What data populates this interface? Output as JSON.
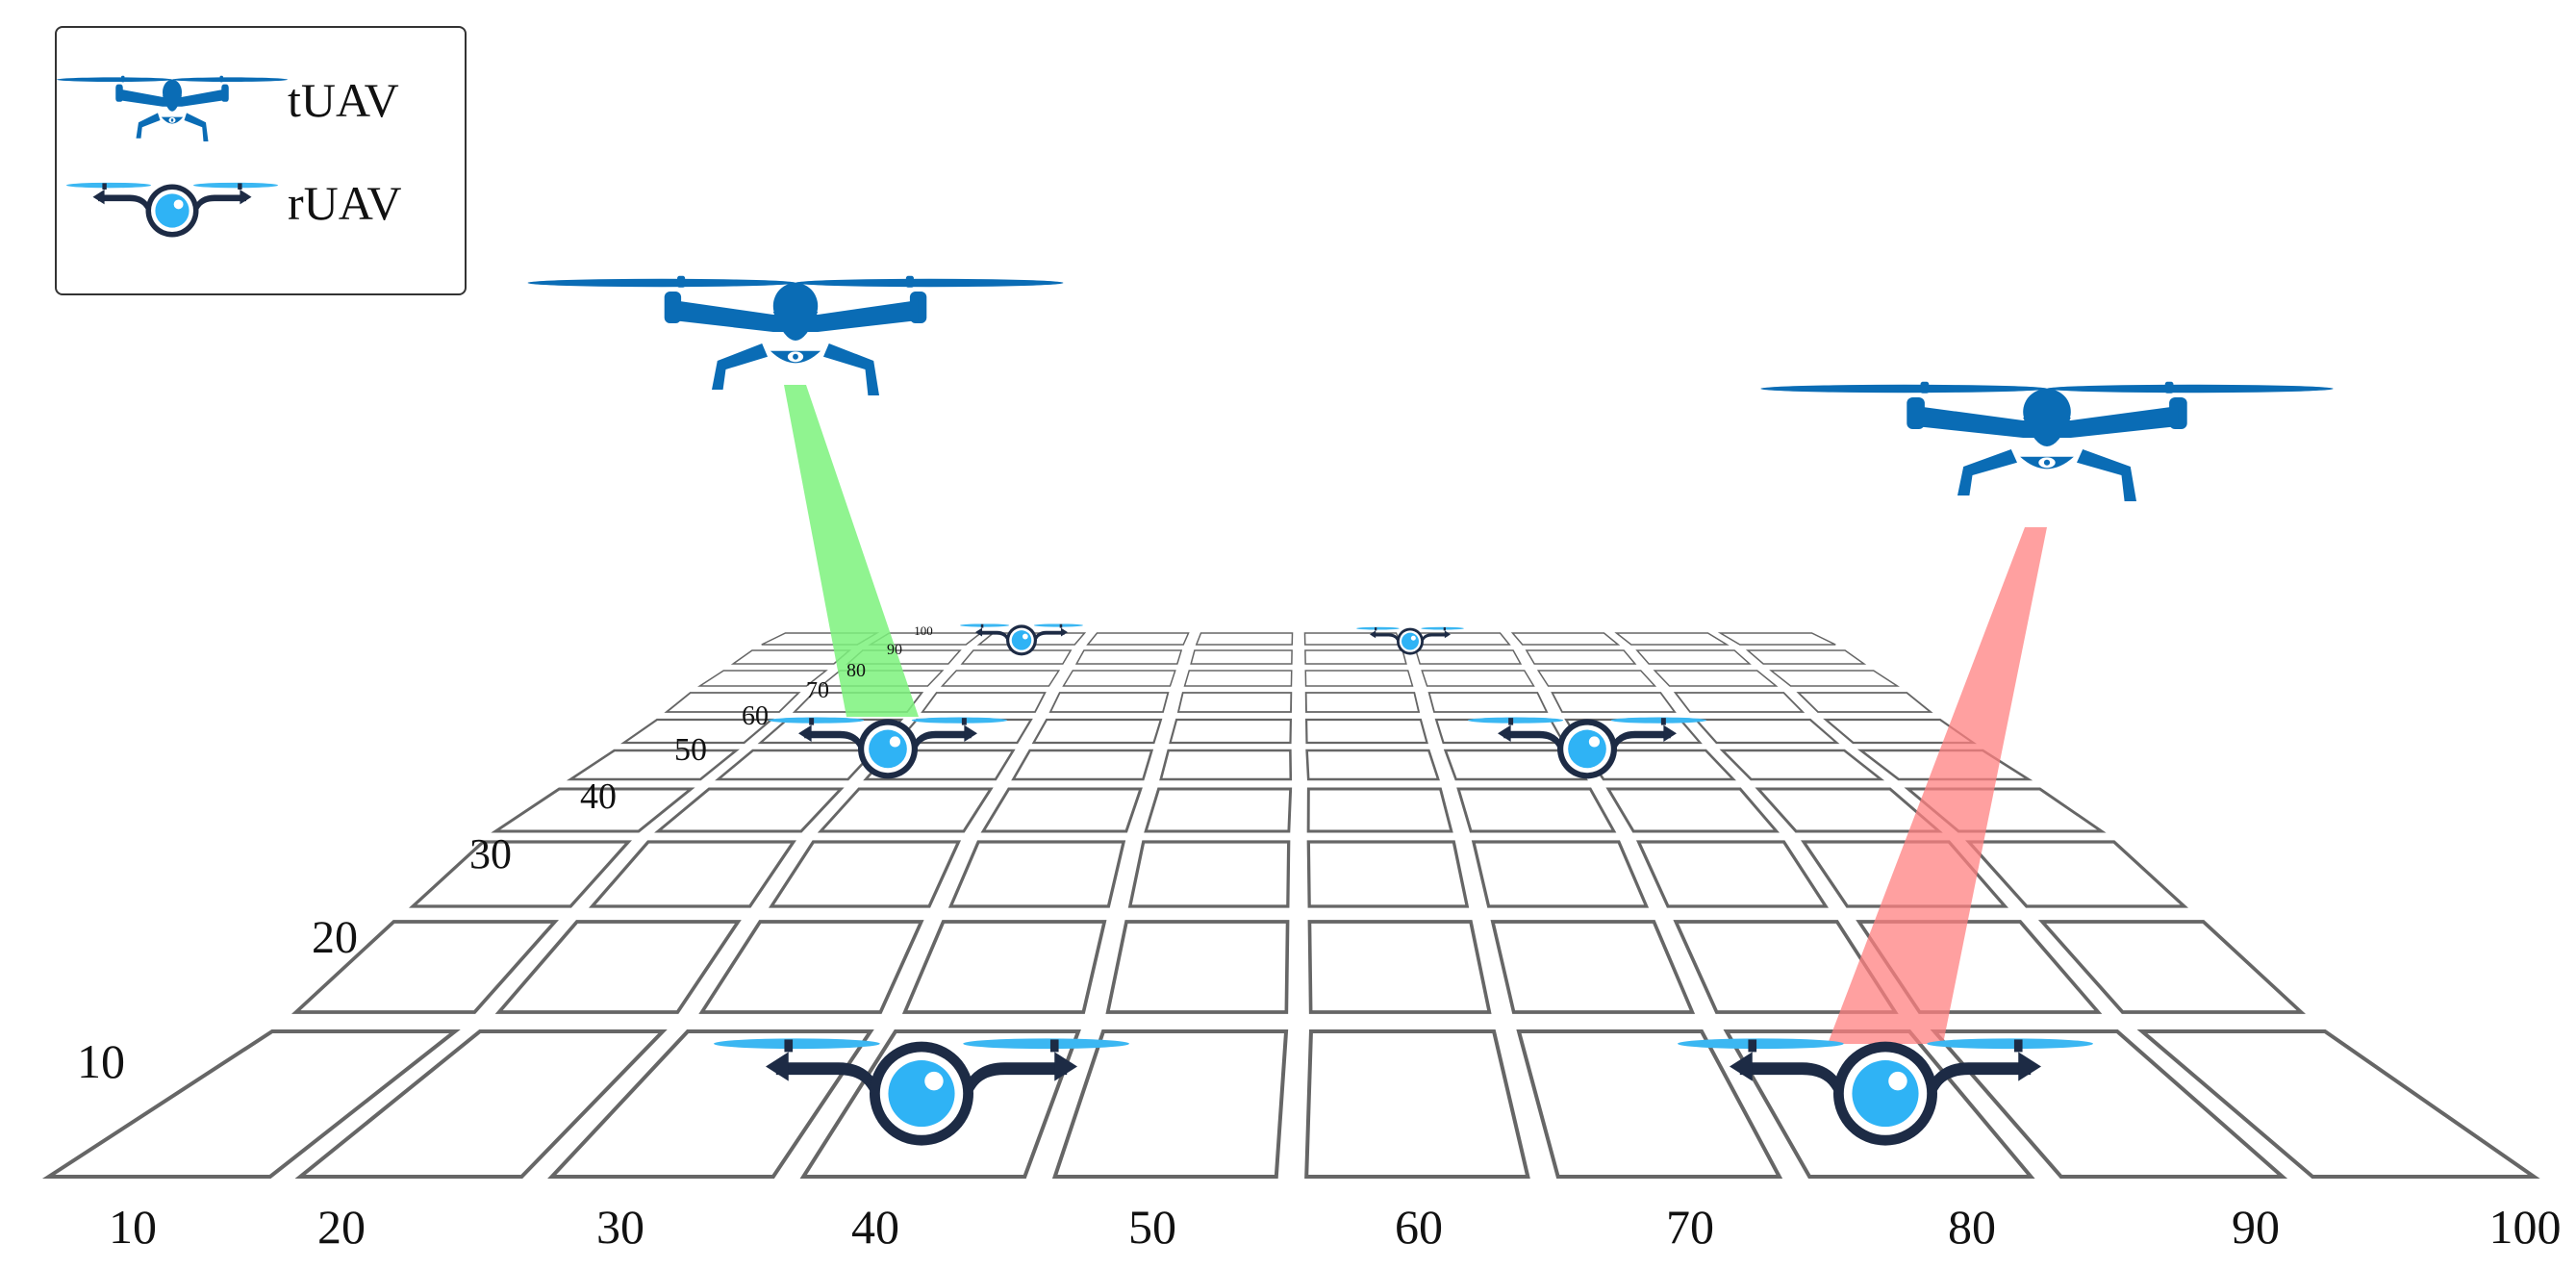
{
  "legend": {
    "tuav": {
      "label": "tUAV",
      "icon": "quadcopter-camera-icon"
    },
    "ruav": {
      "label": "rUAV",
      "icon": "relay-drone-icon"
    }
  },
  "grid": {
    "x_ticks": [
      "10",
      "20",
      "30",
      "40",
      "50",
      "60",
      "70",
      "80",
      "90",
      "100"
    ],
    "depth_ticks": [
      "10",
      "20",
      "30",
      "40",
      "50",
      "60",
      "70",
      "80",
      "90",
      "100"
    ]
  },
  "colors": {
    "tuav": "#0a6cb5",
    "ruav_body": "#1d2b45",
    "ruav_eye": "#2fb3f5",
    "rotor": "#3bb7f2",
    "grid": "#666666",
    "beam_green": "#7cf27c",
    "beam_red": "#ff8080"
  },
  "beams": [
    {
      "name": "green-beam",
      "color": "beam_green"
    },
    {
      "name": "red-beam",
      "color": "beam_red"
    }
  ]
}
